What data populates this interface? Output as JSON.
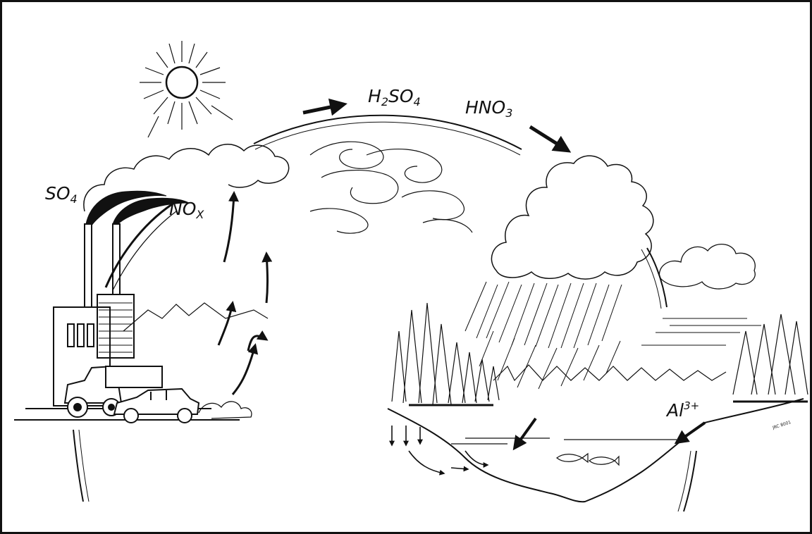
{
  "labels": {
    "so4": {
      "base": "SO",
      "sub": "4"
    },
    "nox": {
      "base": "NO",
      "sub": "X"
    },
    "h2so4": {
      "a": "H",
      "sub1": "2",
      "b": "SO",
      "sub2": "4"
    },
    "hno3": {
      "base": "HNO",
      "sub": "3"
    },
    "al3": {
      "base": "Al",
      "sup": "3+"
    }
  },
  "signature": "JRC 8001",
  "colors": {
    "ink": "#111111",
    "paper": "#ffffff"
  }
}
